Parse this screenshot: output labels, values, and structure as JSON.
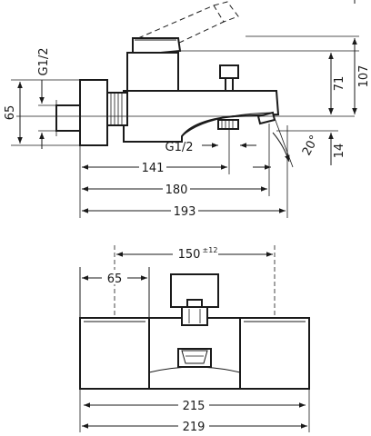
{
  "side_view": {
    "dims": {
      "d107": "107",
      "d71": "71",
      "d65": "65",
      "g12_left": "G1/2",
      "g12_bottom": "G1/2",
      "d20": "20°",
      "d14": "14",
      "d141": "141",
      "d180": "180",
      "d193": "193"
    }
  },
  "front_view": {
    "dims": {
      "d150": "150",
      "d150_tol": "±12",
      "d65": "65",
      "d215": "215",
      "d219": "219"
    }
  }
}
